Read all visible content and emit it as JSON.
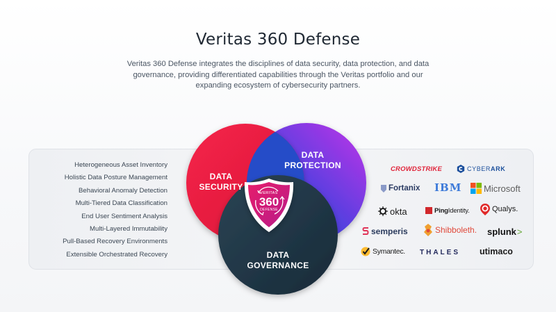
{
  "header": {
    "title": "Veritas 360 Defense",
    "description": "Veritas 360 Defense integrates the disciplines of data security, data protection, and data governance, providing differentiated capabilities through the Veritas portfolio and our expanding ecosystem of cybersecurity partners."
  },
  "features": [
    "Heterogeneous Asset Inventory",
    "Holistic Data Posture Management",
    "Behavioral Anomaly Detection",
    "Multi-Tiered Data Classification",
    "End User Sentiment Analysis",
    "Multi-Layered Immutability",
    "Pull-Based Recovery Environments",
    "Extensible Orchestrated Recovery"
  ],
  "venn": {
    "security": {
      "line1": "DATA",
      "line2": "SECURITY",
      "color": "#e8213f"
    },
    "protection": {
      "line1": "DATA",
      "line2": "PROTECTION",
      "color_start": "#1d4fd6",
      "color_end": "#b832e6"
    },
    "governance": {
      "line1": "DATA",
      "line2": "GOVERNANCE",
      "color": "#1f3444"
    },
    "shield": {
      "top": "VERITAS",
      "number": "360",
      "bottom": "DEFENSE",
      "color": "#d81b6a"
    }
  },
  "partners": {
    "crowdstrike": {
      "name": "CROWDSTRIKE",
      "color": "#e0243a"
    },
    "cyberark": {
      "name_a": "CYBER",
      "name_b": "ARK",
      "color": "#1b4f9c"
    },
    "fortanix": {
      "name": "Fortanix",
      "color": "#2b3b63"
    },
    "ibm": {
      "name": "IBM",
      "color": "#3d7bd9"
    },
    "microsoft": {
      "name": "Microsoft",
      "color": "#5e5e5e"
    },
    "okta": {
      "name": "okta",
      "color": "#1a1a1a"
    },
    "pingidentity": {
      "name_a": "Ping",
      "name_b": "Identity.",
      "color": "#d1282c"
    },
    "qualys": {
      "name": "Qualys.",
      "color": "#e02a2a"
    },
    "semperis": {
      "name": "semperis",
      "color": "#2a3a5c"
    },
    "shibboleth": {
      "name": "Shibboleth.",
      "color": "#e0493a"
    },
    "splunk": {
      "name": "splunk",
      "chevron": ">",
      "color": "#111111"
    },
    "symantec": {
      "name": "Symantec.",
      "color": "#1a1a1a"
    },
    "thales": {
      "name": "THALES",
      "color": "#232a5c"
    },
    "utimaco": {
      "name": "utimaco",
      "color": "#1a1a1a"
    }
  }
}
